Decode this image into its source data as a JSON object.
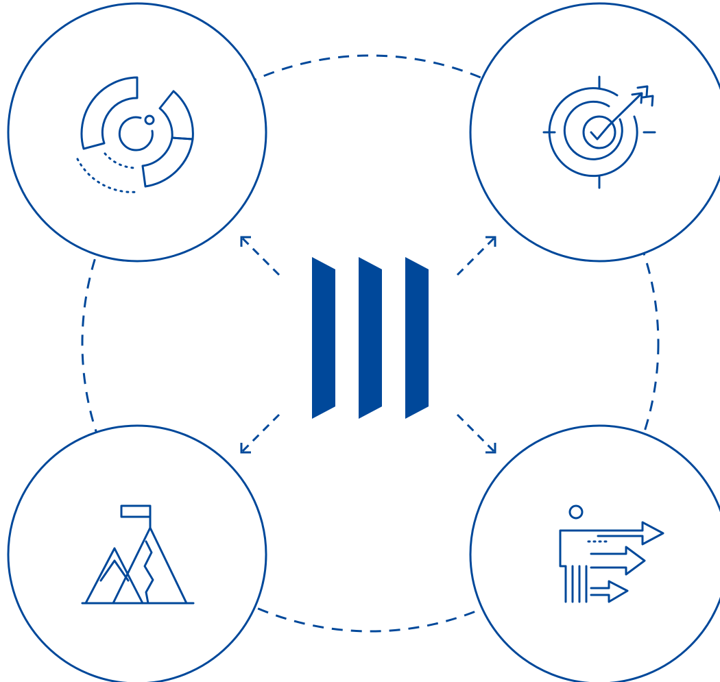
{
  "colors": {
    "primary": "#00489a",
    "background": "#ffffff"
  },
  "center": {
    "logo": "three-slanted-bars-logo"
  },
  "nodes": [
    {
      "id": "top-left",
      "icon": "segmented-dial-icon"
    },
    {
      "id": "top-right",
      "icon": "target-checkmark-arrow-icon"
    },
    {
      "id": "bottom-left",
      "icon": "mountain-flag-icon"
    },
    {
      "id": "bottom-right",
      "icon": "presenter-arrows-icon"
    }
  ],
  "connectors": {
    "ring": "dashed-circle",
    "arrows": [
      "to-top-left",
      "to-top-right",
      "to-bottom-left",
      "to-bottom-right"
    ]
  }
}
